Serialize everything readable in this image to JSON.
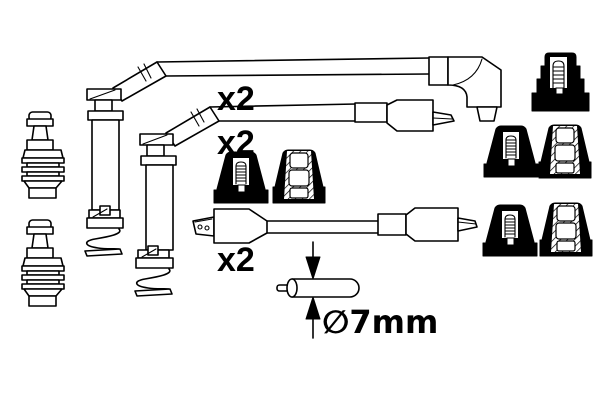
{
  "colors": {
    "background": "#ffffff",
    "ink": "#000000"
  },
  "labels": {
    "qty_cable_top": "x2",
    "qty_cable_middle": "x2",
    "qty_cable_bottom": "x2",
    "cable_diameter": "∅7mm"
  }
}
